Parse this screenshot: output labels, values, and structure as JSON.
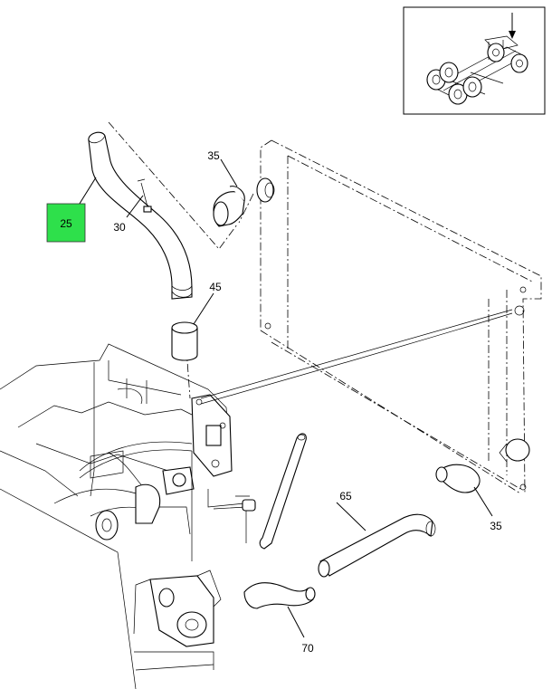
{
  "diagram": {
    "callouts": [
      {
        "id": "c25",
        "label": "25",
        "highlighted": true
      },
      {
        "id": "c30",
        "label": "30"
      },
      {
        "id": "c35a",
        "label": "35"
      },
      {
        "id": "c45",
        "label": "45"
      },
      {
        "id": "c65",
        "label": "65"
      },
      {
        "id": "c35b",
        "label": "35"
      },
      {
        "id": "c70",
        "label": "70"
      }
    ],
    "highlight_color": "#2ee04b"
  }
}
